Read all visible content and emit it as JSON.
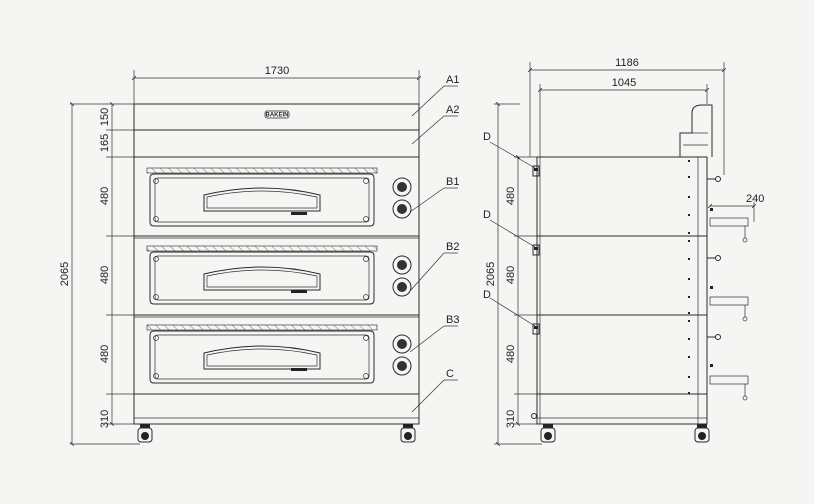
{
  "front_view": {
    "width": "1730",
    "height": "2065",
    "rows": [
      "150",
      "165",
      "480",
      "480",
      "480",
      "310"
    ],
    "brand": "BAKEIN"
  },
  "callouts": [
    "A1",
    "A2",
    "B1",
    "B2",
    "B3",
    "C"
  ],
  "side_view": {
    "depth_total": "1186",
    "depth_body": "1045",
    "height": "2065",
    "tray": "240",
    "rows": [
      "480",
      "480",
      "480",
      "310"
    ],
    "door_labels": [
      "D",
      "D",
      "D"
    ]
  }
}
